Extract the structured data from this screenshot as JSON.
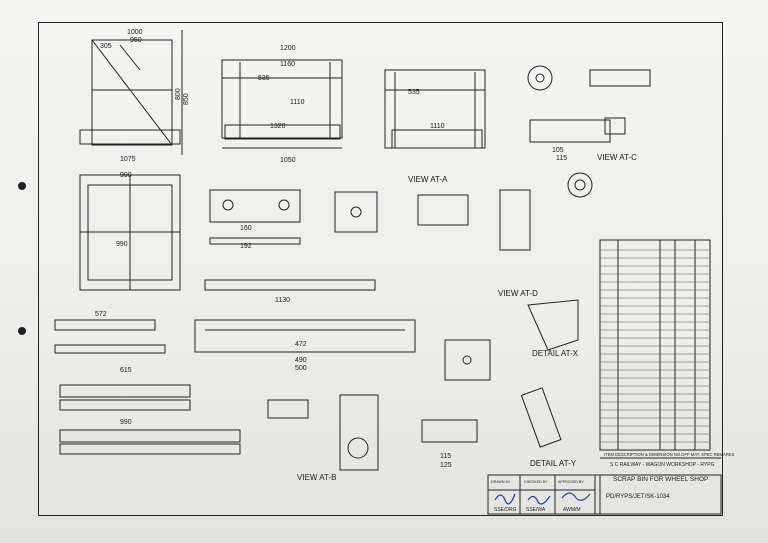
{
  "title_block": {
    "org": "S C RAILWAY - WAGON WORKSHOP - RYPG",
    "title": "SCRAP BIN FOR WHEEL SHOP",
    "drg_no": "PD/RYPS/JET/SK-1034",
    "drawn_by_label": "DRAWN BY",
    "checked_by_label": "CHECKED BY",
    "approved_by_label": "APPROVED BY",
    "drawn_by": "SSE/DRG",
    "checked_by": "SSE/WA",
    "approved_by": "AWM/M",
    "header": "ITEM DESCRIPTION & DIMENSION NO.OFF MAT. SPEC REMARKS"
  },
  "views": {
    "view_at_a": "VIEW AT-A",
    "view_at_b": "VIEW AT-B",
    "view_at_c": "VIEW AT-C",
    "view_at_d": "VIEW AT-D",
    "detail_at_x": "DETAIL AT-X",
    "detail_at_y": "DETAIL AT-Y"
  },
  "dims": {
    "d1000": "1000",
    "d950": "950",
    "d305": "305",
    "d1075": "1075",
    "d1200": "1200",
    "d1160": "1160",
    "d535": "535",
    "d1110": "1110",
    "d1320": "1320",
    "d1050": "1050",
    "d990": "990",
    "d1130": "1130",
    "d572": "572",
    "d615": "615",
    "d472": "472",
    "d490": "490",
    "d500": "500",
    "d160": "160",
    "d192": "192",
    "d115": "115",
    "d125": "125",
    "d105": "105",
    "d850": "850",
    "d800": "800"
  }
}
